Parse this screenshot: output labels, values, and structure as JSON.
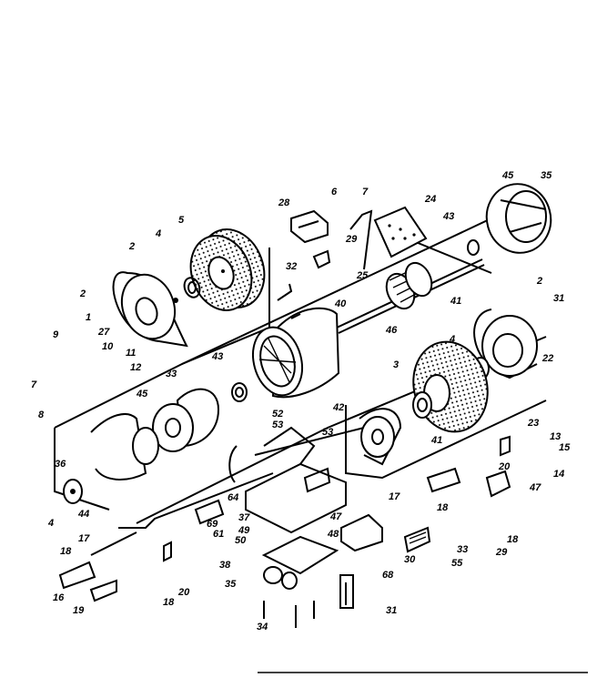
{
  "diagram": {
    "title": "Bench grinder exploded parts view",
    "labels": [
      "45",
      "35",
      "6",
      "7",
      "24",
      "28",
      "5",
      "4",
      "2",
      "29",
      "32",
      "2",
      "43",
      "25",
      "41",
      "40",
      "2",
      "31",
      "1",
      "27",
      "9",
      "10",
      "11",
      "12",
      "7",
      "8",
      "43",
      "33",
      "45",
      "46",
      "4",
      "22",
      "42",
      "53",
      "52",
      "53",
      "23",
      "13",
      "15",
      "14",
      "41",
      "36",
      "64",
      "69",
      "61",
      "4",
      "44",
      "37",
      "49",
      "50",
      "17",
      "18",
      "16",
      "19",
      "20",
      "18",
      "38",
      "35",
      "34",
      "47",
      "48",
      "30",
      "33",
      "55",
      "68",
      "31",
      "20",
      "17",
      "18",
      "47",
      "18",
      "29",
      "3"
    ]
  }
}
